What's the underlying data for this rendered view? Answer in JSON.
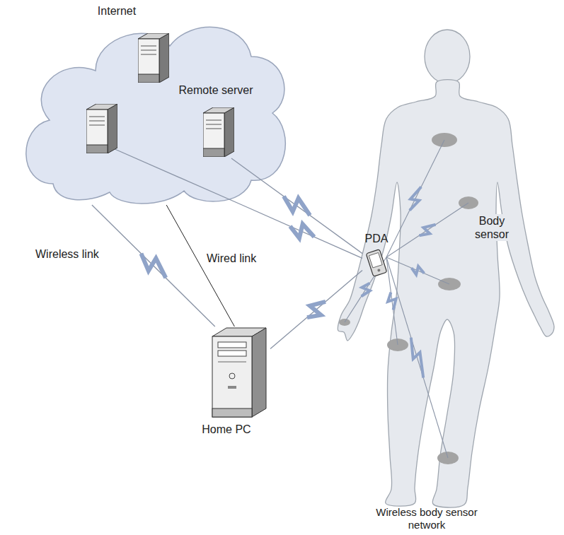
{
  "diagram": {
    "nodes": [
      {
        "text": [
          "Internet"
        ]
      },
      {
        "text": [
          "Remote server"
        ],
        "in": 0
      },
      {
        "text": [
          "Home PC"
        ]
      },
      {
        "text": [
          "Wireless body sensor network"
        ]
      },
      {
        "text": [
          "PDA"
        ],
        "in": 3
      }
    ],
    "edges": [
      {
        "from": 0,
        "to": 2,
        "label": "Wireless link",
        "arrow": "none"
      },
      {
        "from": 0,
        "to": 2,
        "label": "Wired link",
        "arrow": "none"
      },
      {
        "from": 0,
        "to": 4,
        "arrow": "none"
      },
      {
        "from": 1,
        "to": 4,
        "arrow": "none"
      },
      {
        "from": 2,
        "to": 4,
        "arrow": "none"
      }
    ],
    "labels": [
      "Body sensor"
    ]
  }
}
